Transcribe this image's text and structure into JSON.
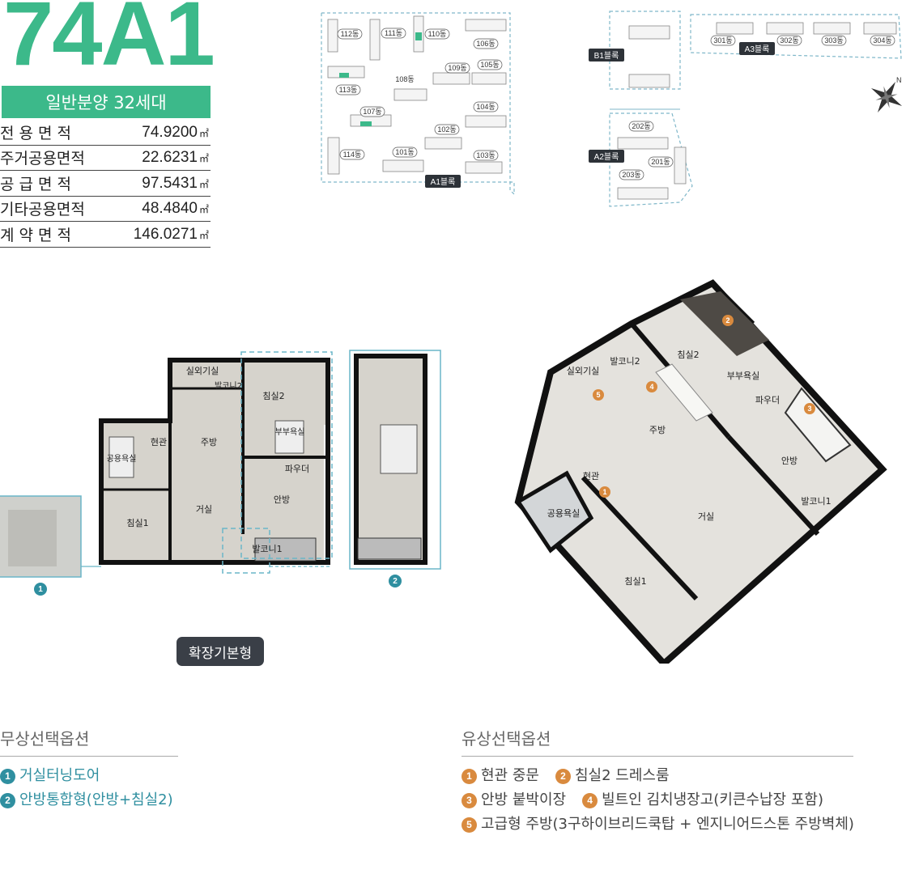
{
  "unit_type": "74A1",
  "sale_info": "일반분양 32세대",
  "areas": [
    {
      "label": "전 용 면 적",
      "value": "74.9200",
      "unit": "㎡"
    },
    {
      "label": "주거공용면적",
      "value": "22.6231",
      "unit": "㎡"
    },
    {
      "label": "공 급 면 적",
      "value": "97.5431",
      "unit": "㎡"
    },
    {
      "label": "기타공용면적",
      "value": "48.4840",
      "unit": "㎡"
    },
    {
      "label": "계 약 면 적",
      "value": "146.0271",
      "unit": "㎡"
    }
  ],
  "site_map": {
    "blocks": {
      "a1": "A1블록",
      "a2": "A2블록",
      "a3": "A3블록",
      "b1": "B1블록"
    },
    "buildings": {
      "b112": "112동",
      "b111": "111동",
      "b110": "110동",
      "b106": "106동",
      "b113": "113동",
      "b108": "108동",
      "b109": "109동",
      "b105": "105동",
      "b107": "107동",
      "b104": "104동",
      "b102": "102동",
      "b114": "114동",
      "b101": "101동",
      "b103": "103동",
      "b202": "202동",
      "b201": "201동",
      "b203": "203동",
      "b301": "301동",
      "b302": "302동",
      "b303": "303동",
      "b304": "304동"
    },
    "compass": "N"
  },
  "floor_2d": {
    "rooms": {
      "utility": "실외기실",
      "balcony2": "발코니2",
      "bedroom2": "침실2",
      "entrance": "현관",
      "kitchen": "주방",
      "master_bath": "부부욕실",
      "common_bath": "공용욕실",
      "powder": "파우더",
      "living": "거실",
      "master": "안방",
      "bedroom1": "침실1",
      "balcony1": "발코니1"
    },
    "markers": {
      "m1": "1",
      "m2": "2"
    }
  },
  "floor_3d": {
    "rooms": {
      "utility": "실외기실",
      "balcony2": "발코니2",
      "bedroom2": "침실2",
      "master_bath": "부부욕실",
      "powder": "파우더",
      "kitchen": "주방",
      "master": "안방",
      "entrance": "현관",
      "common_bath": "공용욕실",
      "living": "거실",
      "balcony1": "발코니1",
      "bedroom1": "침실1"
    },
    "markers": {
      "m1": "1",
      "m2": "2",
      "m3": "3",
      "m4": "4",
      "m5": "5"
    }
  },
  "type_badge": "확장기본형",
  "free_options": {
    "title": "무상선택옵션",
    "items": [
      {
        "num": "1",
        "text": "거실터닝도어"
      },
      {
        "num": "2",
        "text": "안방통합형(안방+침실2)"
      }
    ]
  },
  "paid_options": {
    "title": "유상선택옵션",
    "items": [
      {
        "num": "1",
        "text": "현관 중문"
      },
      {
        "num": "2",
        "text": "침실2 드레스룸"
      },
      {
        "num": "3",
        "text": "안방 붙박이장"
      },
      {
        "num": "4",
        "text": "빌트인 김치냉장고(키큰수납장 포함)"
      },
      {
        "num": "5",
        "text": "고급형 주방(3구하이브리드쿡탑 + 엔지니어드스톤 주방벽체)"
      }
    ]
  },
  "colors": {
    "accent": "#3cb98a",
    "option_blue": "#2f8fa0",
    "option_orange": "#d98a3e",
    "badge": "#3a3f47"
  }
}
